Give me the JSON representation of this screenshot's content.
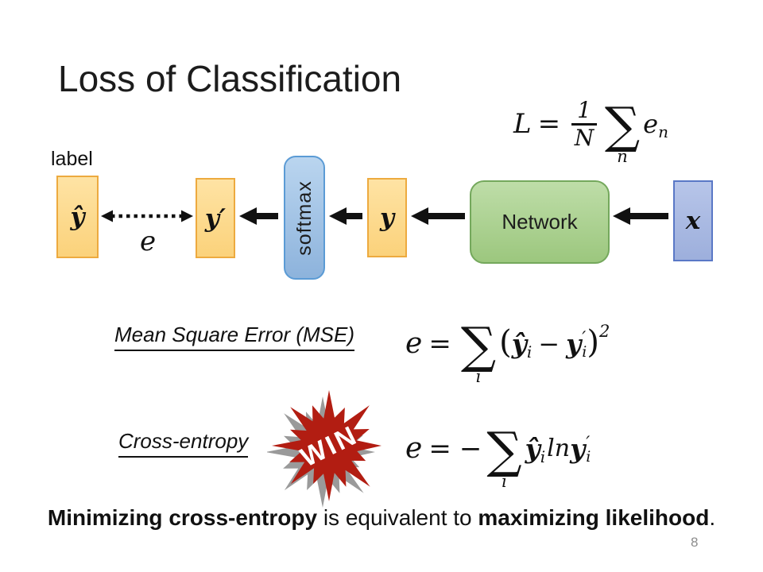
{
  "slide": {
    "title": "Loss of Classification",
    "page_number": "8",
    "footer_bold1": "Minimizing cross-entropy",
    "footer_mid": " is equivalent to ",
    "footer_bold2": "maximizing likelihood",
    "footer_end": "."
  },
  "diagram": {
    "label_caption": "label",
    "yhat": "ŷ",
    "error_label": "e",
    "yprime": "y′",
    "softmax": "softmax",
    "y": "y",
    "network": "Network",
    "x": "x"
  },
  "loss_formula": {
    "lhs": "L",
    "eq": "=",
    "numerator": "1",
    "denominator": "N",
    "sigma": "∑",
    "sigma_sub": "n",
    "term": "e",
    "term_sub": "n"
  },
  "mse_formula": {
    "heading": "Mean Square Error (MSE)",
    "lhs": "e",
    "eq": "=",
    "sigma": "∑",
    "sigma_sub": "i",
    "open_paren": "(",
    "yhat": "ŷ",
    "yhat_sub": "i",
    "minus": "−",
    "y": "y",
    "prime": "′",
    "y_sub": "i",
    "close_paren": ")",
    "exponent": "2"
  },
  "ce_formula": {
    "heading": "Cross-entropy",
    "badge": "WIN",
    "lhs": "e",
    "eq": "=",
    "negative": "−",
    "sigma": "∑",
    "sigma_sub": "i",
    "yhat": "ŷ",
    "yhat_sub": "i",
    "ln": "ln",
    "y": "y",
    "prime": "′",
    "y_sub": "i"
  },
  "colors": {
    "orange_box_fill": "#FCD882",
    "orange_box_border": "#EDAA3F",
    "softmax_fill": "#9DC3E6",
    "softmax_border": "#5B9BD5",
    "network_fill": "#A9D18E",
    "network_border": "#74A85C",
    "x_box_fill": "#ABBCE3",
    "x_box_border": "#5A78C6",
    "win_red": "#B21D12",
    "win_shadow": "#9A9A9A",
    "page_number_gray": "#8C8C8C"
  }
}
